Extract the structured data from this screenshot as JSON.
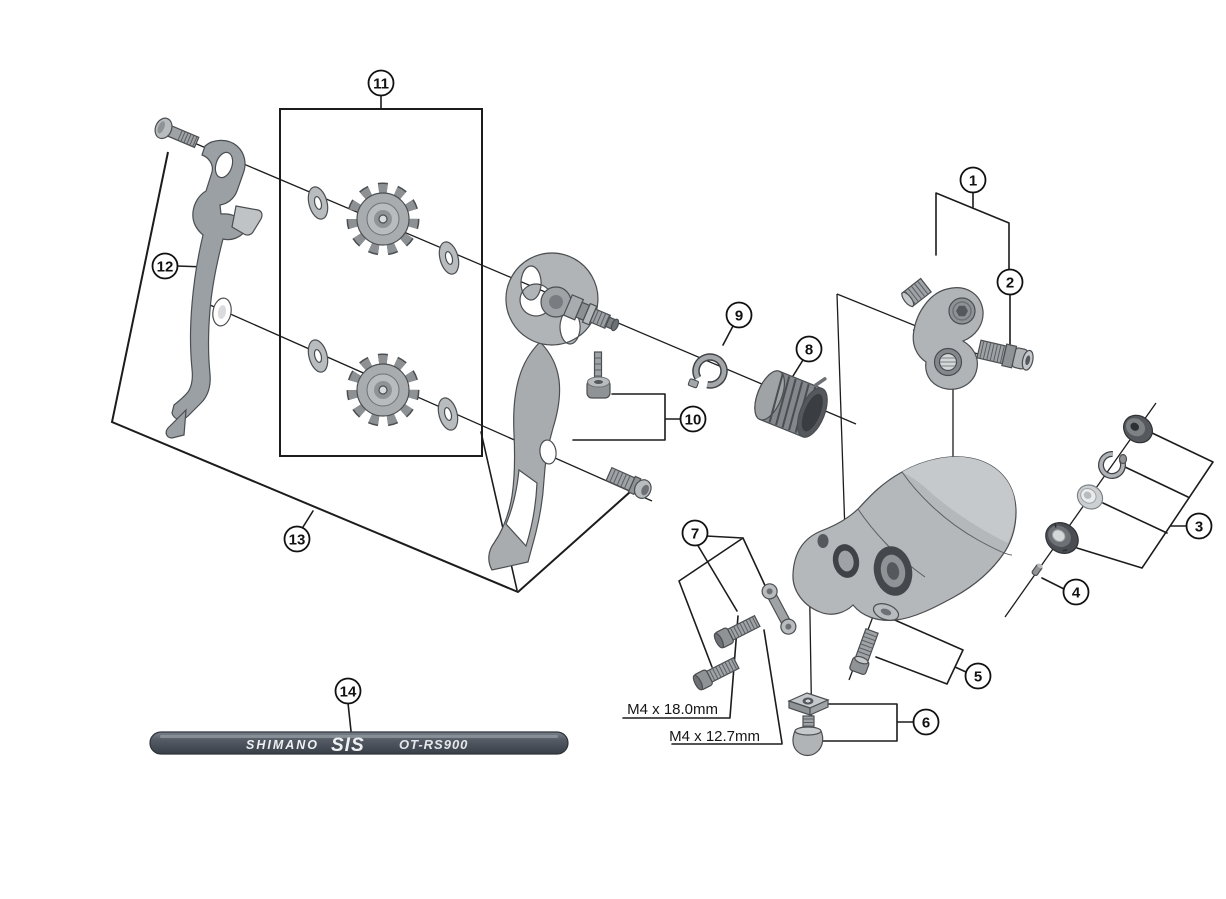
{
  "diagram_type": "exploded-parts-diagram",
  "callouts": [
    {
      "label": "1"
    },
    {
      "label": "2"
    },
    {
      "label": "3"
    },
    {
      "label": "4"
    },
    {
      "label": "5"
    },
    {
      "label": "6"
    },
    {
      "label": "7"
    },
    {
      "label": "8"
    },
    {
      "label": "9"
    },
    {
      "label": "10"
    },
    {
      "label": "11"
    },
    {
      "label": "12"
    },
    {
      "label": "13"
    },
    {
      "label": "14"
    }
  ],
  "dimensions": {
    "bolt_long": "M4 x 18.0mm",
    "bolt_short": "M4 x 12.7mm"
  },
  "cable_label": {
    "brand": "SHIMANO",
    "system": "SIS",
    "model": "OT-RS900"
  },
  "colors": {
    "line": "#1c1c1c",
    "part_light": "#c6c9cb",
    "part_mid": "#a8acaf",
    "part_dark": "#55595d",
    "cable_body": "#4e545b"
  }
}
